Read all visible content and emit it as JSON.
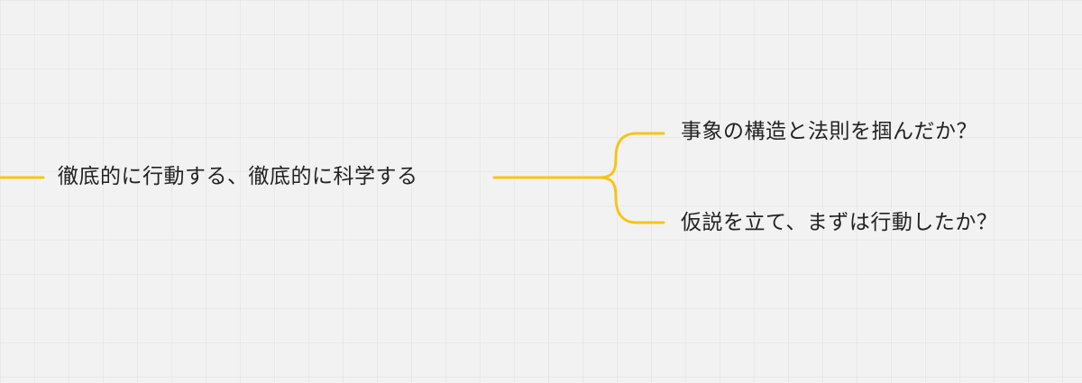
{
  "mindmap": {
    "central_topic": "徹底的に行動する、徹底的に科学する",
    "branches": [
      {
        "label": "事象の構造と法則を掴んだか？"
      },
      {
        "label": "仮説を立て、まずは行動したか？"
      }
    ]
  },
  "colors": {
    "background": "#f2f2f2",
    "connector": "#f5c518",
    "text": "#222222"
  }
}
